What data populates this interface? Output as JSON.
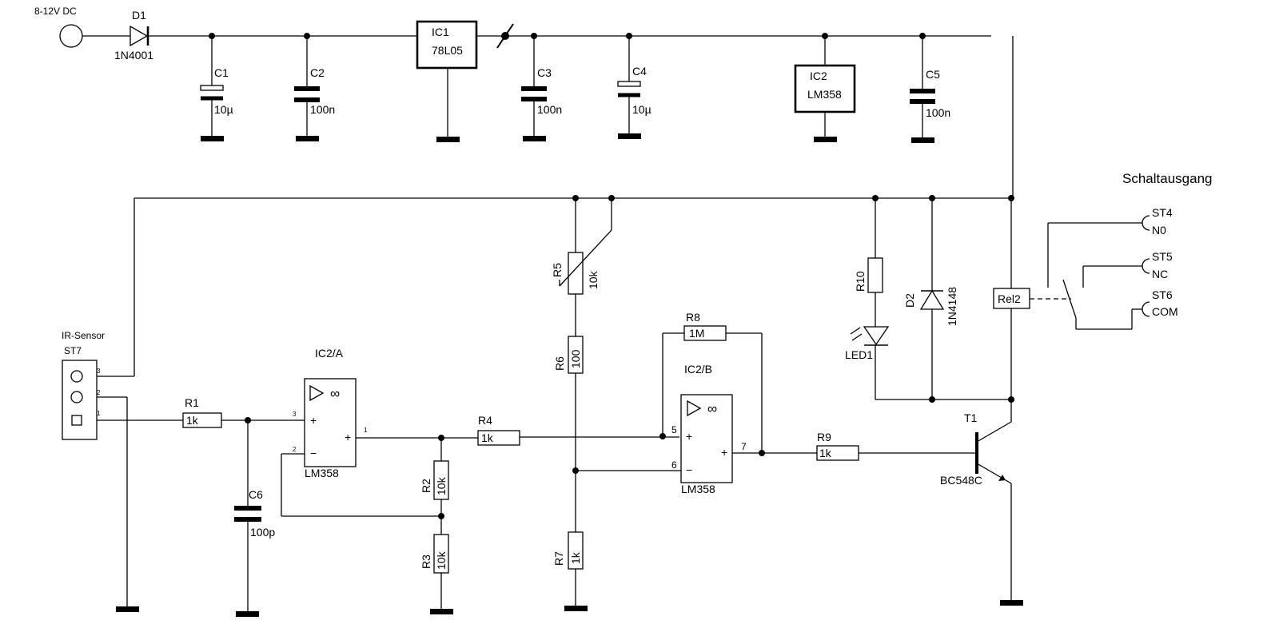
{
  "title": "Schaltausgang",
  "supply": {
    "label": "8-12V DC"
  },
  "components": {
    "d1": {
      "ref": "D1",
      "value": "1N4001"
    },
    "c1": {
      "ref": "C1",
      "value": "10µ"
    },
    "c2": {
      "ref": "C2",
      "value": "100n"
    },
    "ic1": {
      "ref": "IC1",
      "value": "78L05"
    },
    "c3": {
      "ref": "C3",
      "value": "100n"
    },
    "c4": {
      "ref": "C4",
      "value": "10µ"
    },
    "ic2": {
      "ref": "IC2",
      "value": "LM358"
    },
    "c5": {
      "ref": "C5",
      "value": "100n"
    },
    "sensor": {
      "name": "IR-Sensor",
      "ref": "ST7",
      "pins": [
        "3",
        "2",
        "1"
      ]
    },
    "r1": {
      "ref": "R1",
      "value": "1k"
    },
    "c6": {
      "ref": "C6",
      "value": "100p"
    },
    "ic2a": {
      "ref": "IC2/A",
      "value": "LM358",
      "pins": [
        "3",
        "2",
        "1"
      ]
    },
    "r2": {
      "ref": "R2",
      "value": "10k"
    },
    "r3": {
      "ref": "R3",
      "value": "10k"
    },
    "r4": {
      "ref": "R4",
      "value": "1k"
    },
    "r5": {
      "ref": "R5",
      "value": "10k"
    },
    "r6": {
      "ref": "R6",
      "value": "100"
    },
    "r7": {
      "ref": "R7",
      "value": "1k"
    },
    "r8": {
      "ref": "R8",
      "value": "1M"
    },
    "ic2b": {
      "ref": "IC2/B",
      "value": "LM358",
      "pins": [
        "5",
        "6",
        "7"
      ]
    },
    "r9": {
      "ref": "R9",
      "value": "1k"
    },
    "r10": {
      "ref": "R10"
    },
    "led1": {
      "ref": "LED1"
    },
    "d2": {
      "ref": "D2",
      "value": "1N4148"
    },
    "rel2": {
      "ref": "Rel2"
    },
    "t1": {
      "ref": "T1",
      "value": "BC548C"
    }
  },
  "outputs": [
    {
      "ref": "ST4",
      "label": "N0"
    },
    {
      "ref": "ST5",
      "label": "NC"
    },
    {
      "ref": "ST6",
      "label": "COM"
    }
  ],
  "opamp_symbols": {
    "plus": "+",
    "minus": "−",
    "infinity": "∞"
  }
}
